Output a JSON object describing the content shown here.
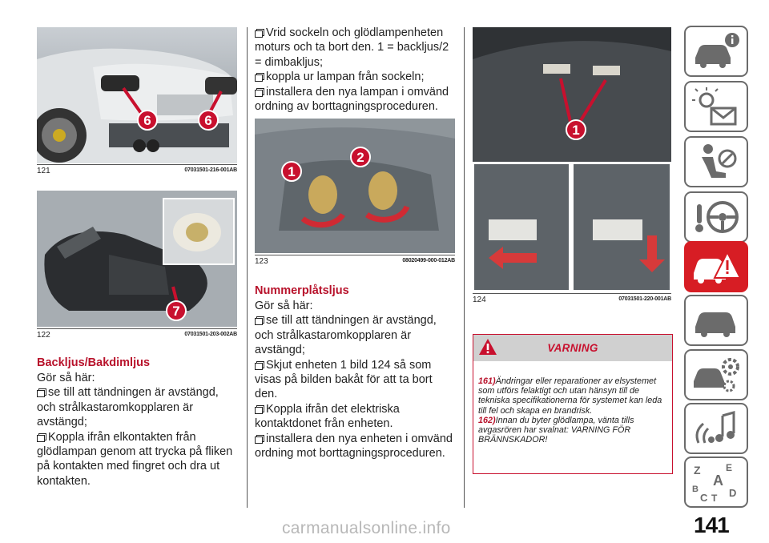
{
  "figures": [
    {
      "number": "121",
      "code": "07031501-216-001AB",
      "callouts": [
        "6",
        "6"
      ]
    },
    {
      "number": "122",
      "code": "07031501-203-002AB",
      "callouts": [
        "7"
      ]
    },
    {
      "number": "123",
      "code": "08020499-000-012AB",
      "callouts": [
        "1",
        "2"
      ]
    },
    {
      "number": "124",
      "code": "07031501-220-001AB",
      "callouts": [
        "1"
      ]
    }
  ],
  "section1": {
    "heading": "Backljus/Bakdimljus",
    "intro": "Gör så här:",
    "steps": [
      "se till att tändningen är avstängd, och strålkastaromkopplaren är avstängd;",
      "Koppla ifrån elkontakten från glödlampan genom att trycka på fliken på kontakten med fingret och dra ut kontakten."
    ]
  },
  "column2_steps": [
    "Vrid sockeln och glödlampenheten moturs och ta bort den. 1 = backljus/2 = dimbakljus;",
    "koppla ur lampan från sockeln;",
    "installera den nya lampan i omvänd ordning av borttagningsproceduren."
  ],
  "section2": {
    "heading": "Nummerplåtsljus",
    "intro": "Gör så här:",
    "steps": [
      "se till att tändningen är avstängd, och strålkastaromkopplaren är avstängd;",
      "Skjut enheten 1 bild 124 så som visas på bilden bakåt för att ta bort den.",
      "Koppla ifrån det elektriska kontaktdonet från enheten.",
      "installera den nya enheten i omvänd ordning mot borttagningsproceduren."
    ]
  },
  "warning": {
    "title": "VARNING",
    "notes": [
      {
        "num": "161)",
        "text": "Ändringar eller reparationer av elsystemet som utförs felaktigt och utan hänsyn till de tekniska specifikationerna för systemet kan leda till fel och skapa en brandrisk."
      },
      {
        "num": "162)",
        "text": "Innan du byter glödlampa, vänta tills avgasrören har svalnat: VARNING FÖR BRÄNNSKADOR!"
      }
    ]
  },
  "sidebar": {
    "icons": [
      "car-info-icon",
      "warning-lights-icon",
      "seat-airbag-icon",
      "steering-wheel-icon",
      "car-emergency-icon",
      "car-service-icon",
      "gear-maintenance-icon",
      "multimedia-icon",
      "index-icon"
    ],
    "active_index": 4,
    "index_letters": [
      "Z",
      "E",
      "A",
      "B",
      "C",
      "T",
      "D"
    ]
  },
  "page_number": "141",
  "watermark": "carmanualsonline.info",
  "colors": {
    "accent": "#b8122b",
    "sidebar_active": "#d71d24",
    "sidebar_border": "#6b6b6b"
  }
}
